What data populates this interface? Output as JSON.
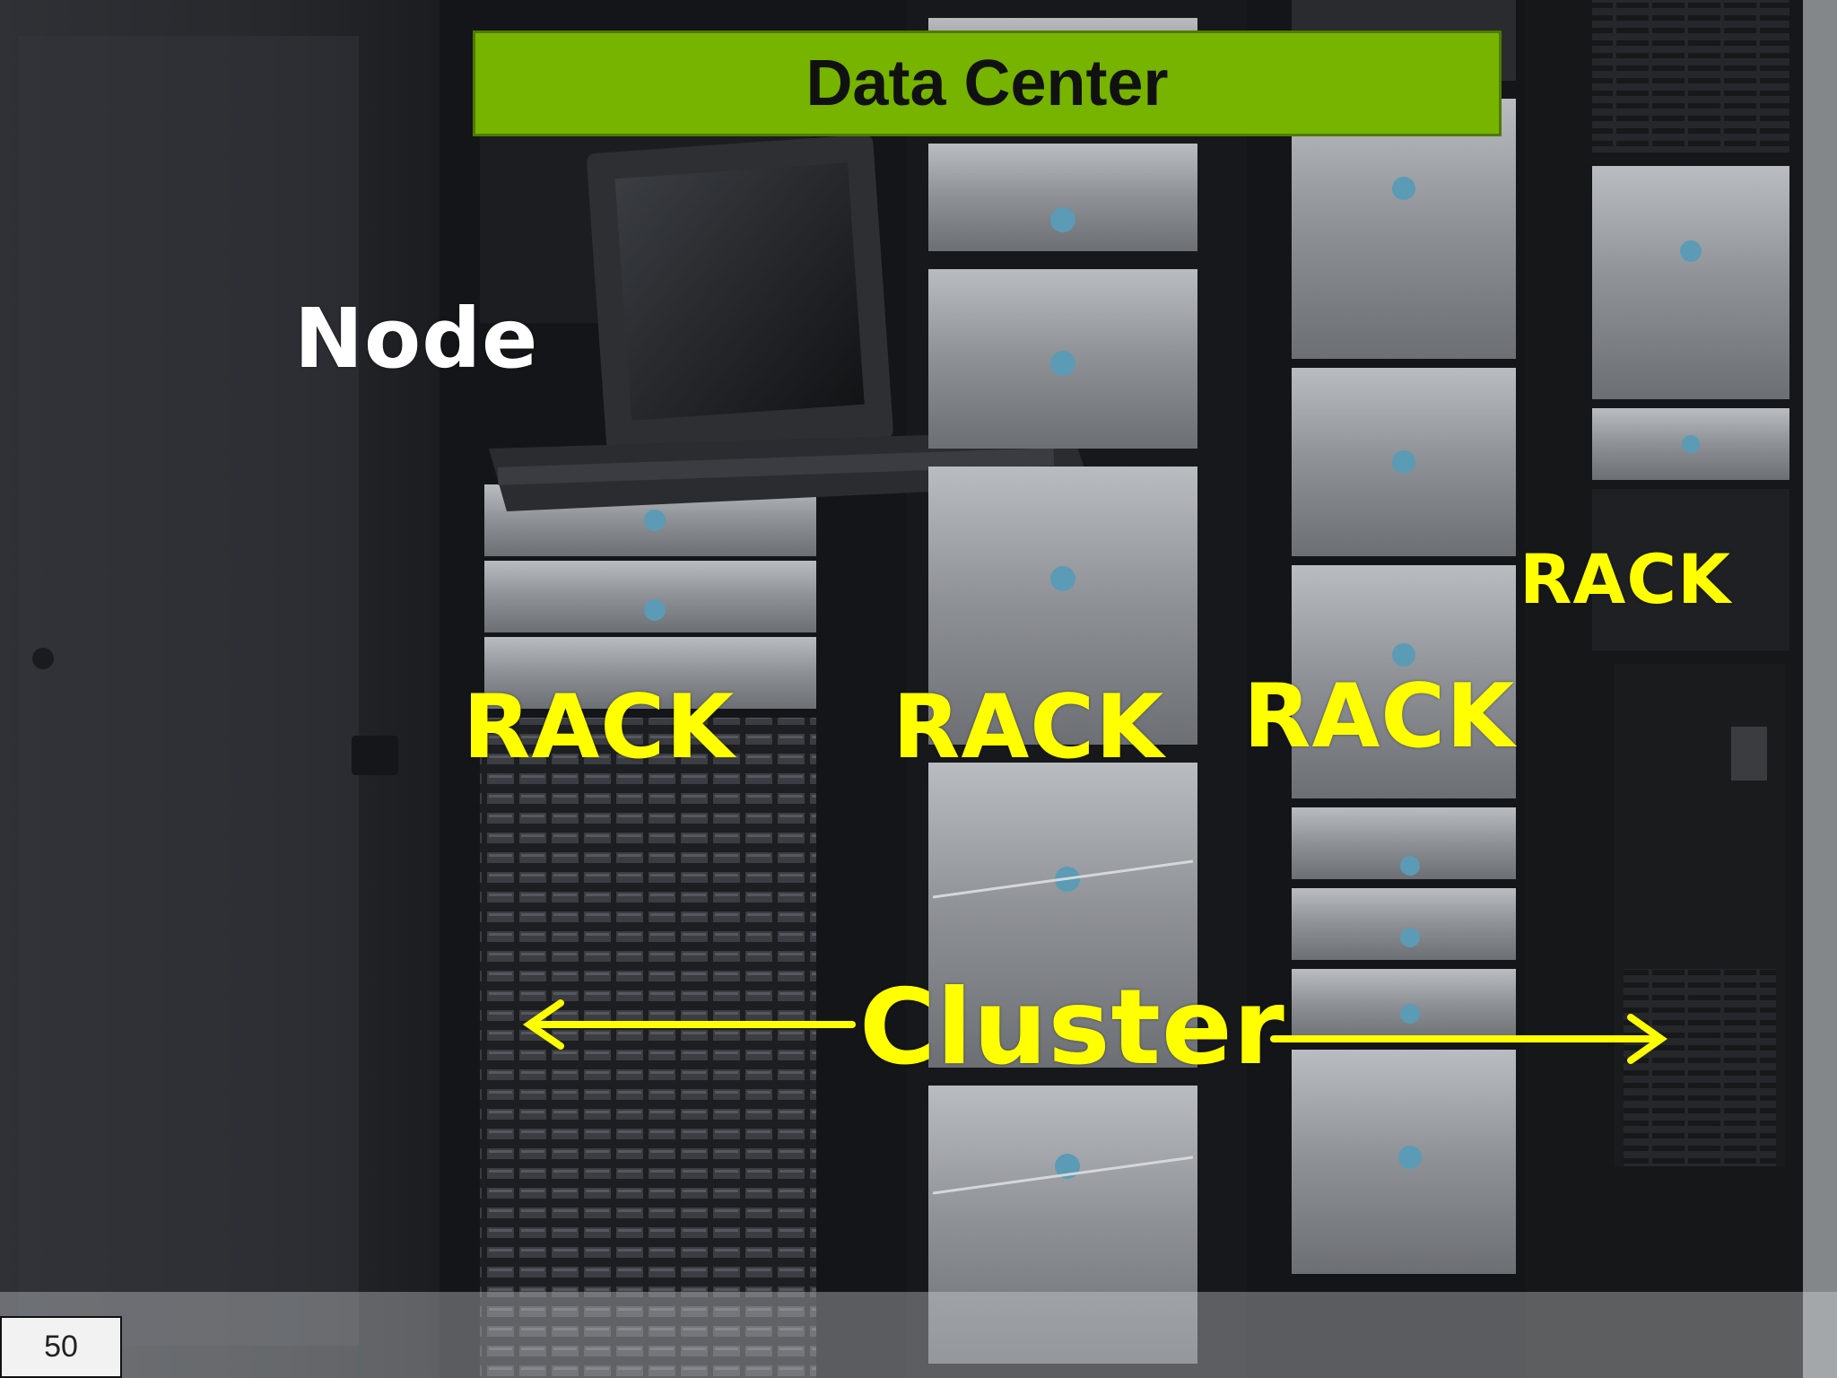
{
  "slide": {
    "title": "Data Center",
    "page_number": "50"
  },
  "labels": {
    "node": "Node",
    "rack_1": "RACK",
    "rack_2": "RACK",
    "rack_3": "RACK",
    "rack_4": "RACK",
    "cluster": "Cluster"
  },
  "colors": {
    "banner": "#76b400",
    "label_yellow": "#ffff00",
    "label_white": "#ffffff"
  },
  "image": {
    "subject": "row of server racks with a pull-out monitor console"
  }
}
